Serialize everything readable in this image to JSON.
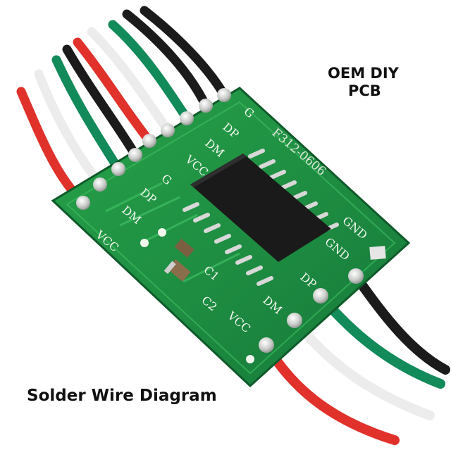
{
  "header": {
    "title_line1": "OEM DIY",
    "title_line2": "PCB"
  },
  "footer": {
    "caption": "Solder Wire Diagram"
  },
  "board": {
    "chip_marking": "F312-0606",
    "labels": {
      "vcc": "VCC",
      "dm": "DM",
      "dp": "DP",
      "g": "G",
      "gnd": "GND",
      "c1": "C1",
      "c2": "C2"
    }
  },
  "colors": {
    "board_green": "#1e8f3e",
    "wire_red": "#e0312b",
    "wire_white": "#ececec",
    "wire_green": "#128a5a",
    "wire_black": "#1b1b1b",
    "solder": "#c9ccc9"
  }
}
